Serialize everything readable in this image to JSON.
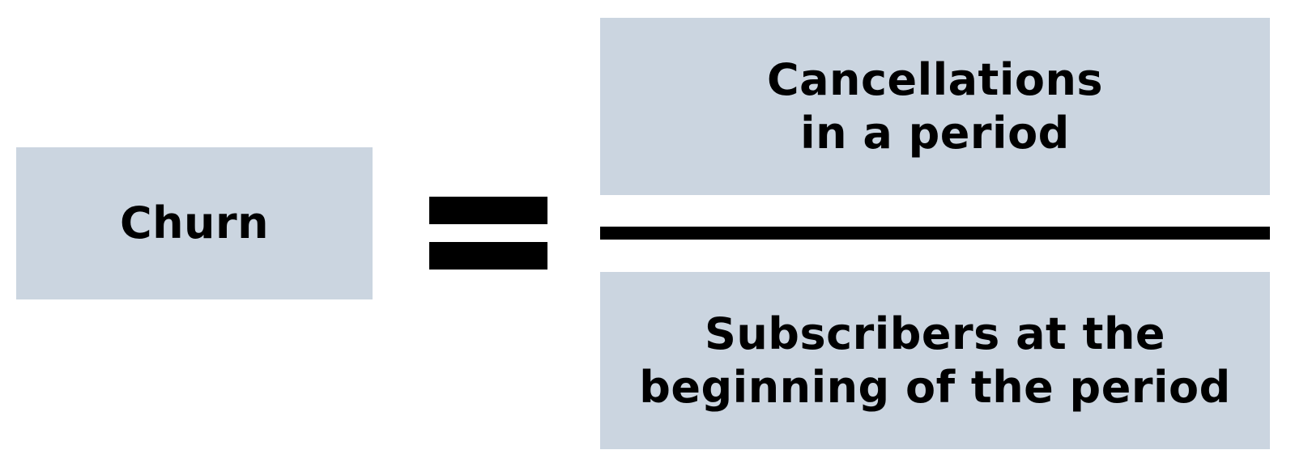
{
  "colors": {
    "box_fill": "#cbd5e0",
    "text": "#000000",
    "operator": "#000000",
    "background": "#ffffff"
  },
  "formula": {
    "left": {
      "label": "Churn"
    },
    "operator": "equals-sign",
    "fraction": {
      "numerator": {
        "line1": "Cancellations",
        "line2": "in a period"
      },
      "denominator": {
        "line1": "Subscribers at the",
        "line2": "beginning of the period"
      }
    }
  }
}
